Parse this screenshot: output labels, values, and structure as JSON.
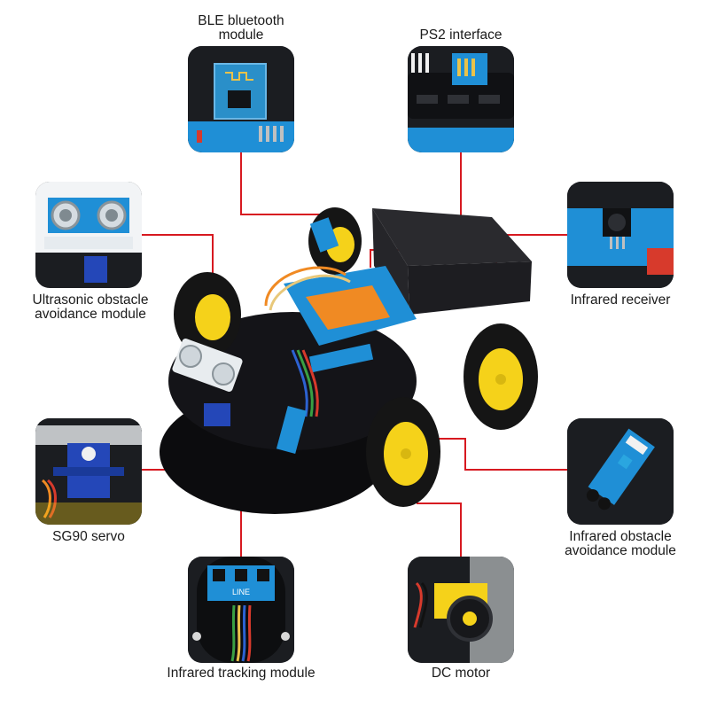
{
  "labels": {
    "ble": [
      "BLE bluetooth",
      "module"
    ],
    "ps2": "PS2 interface",
    "ultrasonic": [
      "Ultrasonic obstacle",
      "avoidance module"
    ],
    "infrared_receiver": "Infrared receiver",
    "servo": "SG90 servo",
    "ir_obstacle": [
      "Infrared obstacle",
      "avoidance module"
    ],
    "ir_tracking": "Infrared tracking module",
    "dc_motor": "DC motor"
  },
  "board_text": {
    "tracking_board": "LINE"
  },
  "colors": {
    "callout_line": "#d71920",
    "thumb_bg": "#1a1c20",
    "board_blue": "#1f8fd6",
    "wheel_yellow": "#f5d21a",
    "tire_black": "#151515"
  }
}
